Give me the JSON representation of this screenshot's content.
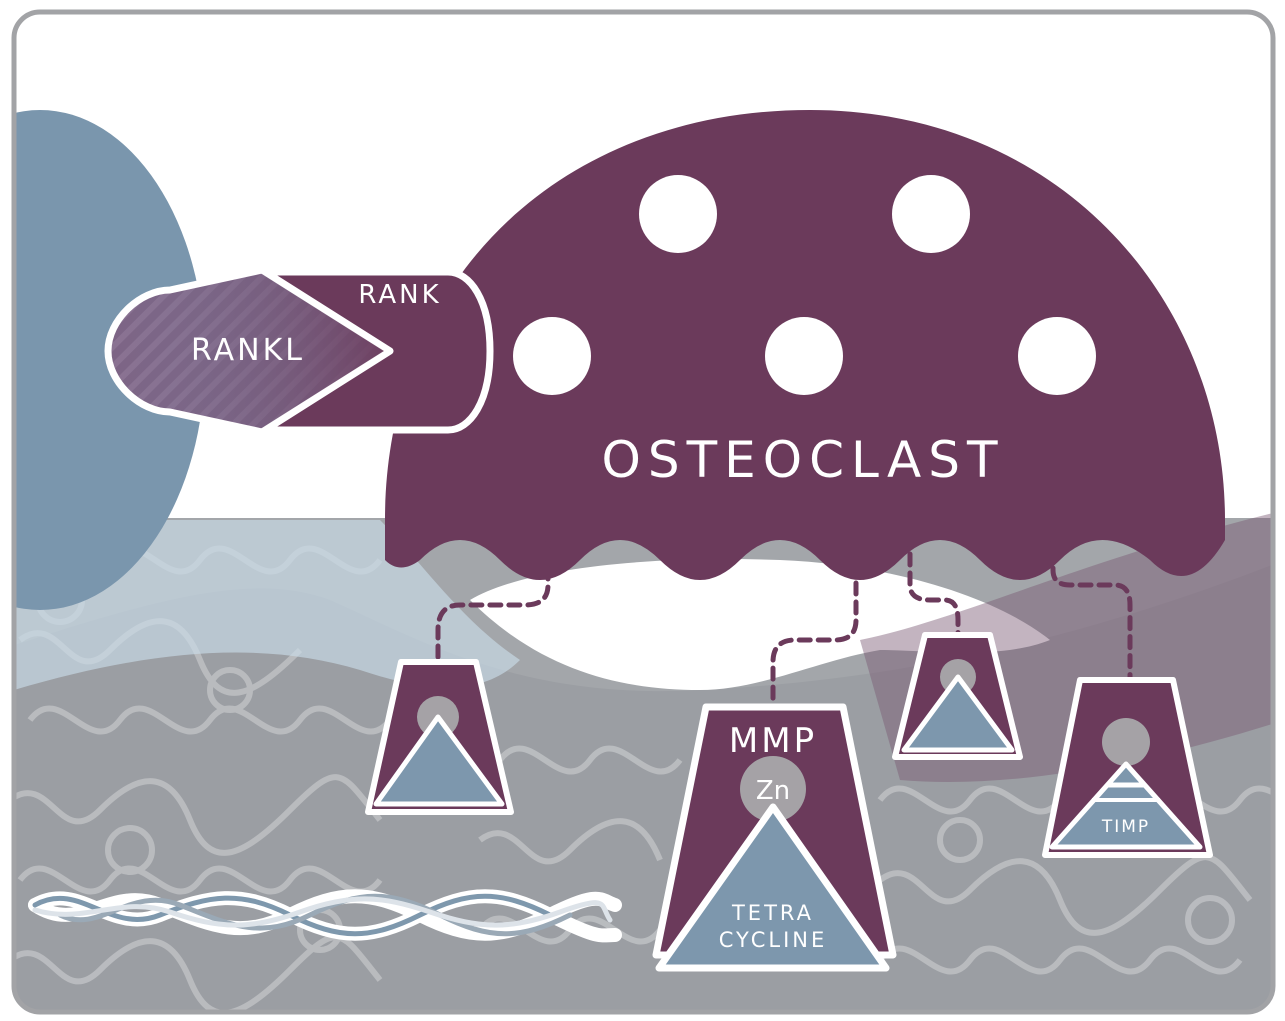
{
  "labels": {
    "rankl": "RANKL",
    "rank": "RANK",
    "osteoclast": "OSTEOCLAST",
    "mmp": "MMP",
    "zn": "Zn",
    "tetra": "TETRA",
    "cycline": "CYCLINE",
    "timp": "TIMP"
  },
  "colors": {
    "osteoclast": "#6b3a5b",
    "osteoblast": "#7a96ad",
    "bone": "#a3a6aa",
    "bone_lines": "#c2c4c7",
    "inhibitor": "#7d97ad",
    "zinc": "#a5a2a6",
    "frame": "#a2a3a6"
  }
}
